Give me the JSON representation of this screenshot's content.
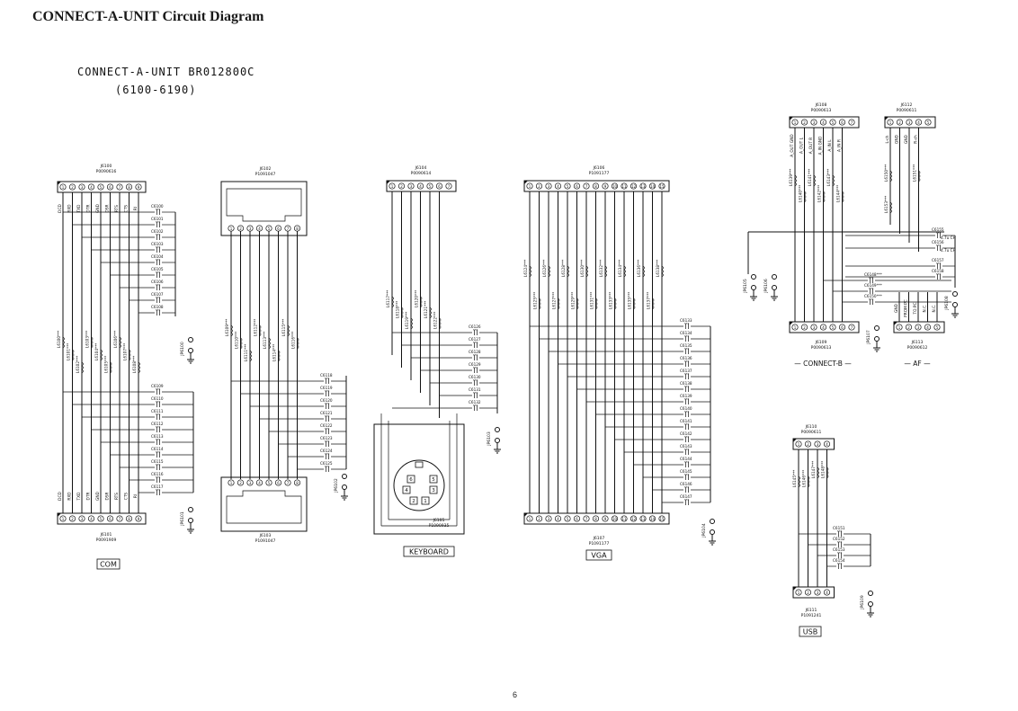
{
  "page_title": "CONNECT-A-UNIT Circuit Diagram",
  "page_number": "6",
  "header": {
    "line1": "CONNECT-A-UNIT  BR012800C",
    "line2": "(6100-6190)"
  },
  "sections": {
    "com": {
      "label": "COM",
      "top_connector": {
        "ref": "J6100",
        "part": "P0090616"
      },
      "bottom_connector": {
        "ref": "J6101",
        "part": "P0091909"
      },
      "pins": [
        "DCD",
        "RXD",
        "TXD",
        "DTR",
        "GND",
        "DSR",
        "RTS",
        "CTS",
        "RI"
      ],
      "inductors": [
        "L6100***",
        "L6101***",
        "L6102***",
        "L6103***",
        "L6104***",
        "L6105***",
        "L6106***",
        "L6107***",
        "L6108***"
      ],
      "caps": [
        "C6100",
        "C6101",
        "C6102",
        "C6103",
        "C6104",
        "C6105",
        "C6106",
        "C6107",
        "C6108",
        "C6109",
        "C6110",
        "C6111",
        "C6112",
        "C6113",
        "C6114",
        "C6115",
        "C6116",
        "C6117"
      ],
      "jumpers": [
        "JP6100",
        "JP6101"
      ]
    },
    "rj": {
      "top_connector": {
        "ref": "J6102",
        "part": "P1091047"
      },
      "bottom_connector": {
        "ref": "J6103",
        "part": "P1091047"
      },
      "inductors": [
        "L6109***",
        "L6110***",
        "L6111***",
        "L6112***",
        "L6113***",
        "L6114***",
        "L6115***",
        "L6116***"
      ],
      "caps": [
        "C6118",
        "C6119",
        "C6120",
        "C6121",
        "C6122",
        "C6123",
        "C6124",
        "C6125"
      ],
      "jumpers": [
        "JP6102"
      ]
    },
    "keyboard": {
      "label": "KEYBOARD",
      "top_connector": {
        "ref": "J6104",
        "part": "P0090614"
      },
      "bottom_connector": {
        "ref": "J6105",
        "part": "P1090935"
      },
      "inductors": [
        "L6117***",
        "L6118***",
        "L6119***",
        "L6120***",
        "L6121***",
        "L6122***"
      ],
      "caps": [
        "C6126",
        "C6127",
        "C6128",
        "C6129",
        "C6130",
        "C6131",
        "C6132"
      ],
      "din_pins": [
        "6",
        "5",
        "4",
        "3",
        "2",
        "1"
      ],
      "jumpers": [
        "JP6103"
      ]
    },
    "vga": {
      "label": "VGA",
      "top_connector": {
        "ref": "J6106",
        "part": "P1091177"
      },
      "bottom_connector": {
        "ref": "J6107",
        "part": "P1091177"
      },
      "inductors": [
        "L6124***",
        "L6125***",
        "L6126***",
        "L6127***",
        "L6128***",
        "L6129***",
        "L6130***",
        "L6131***",
        "L6132***",
        "L6133***",
        "L6134***",
        "L6135***",
        "L6136***",
        "L6137***",
        "L6138***"
      ],
      "caps": [
        "C6133",
        "C6134",
        "C6135",
        "C6136",
        "C6137",
        "C6138",
        "C6139",
        "C6140",
        "C6141",
        "C6142",
        "C6143",
        "C6144",
        "C6145",
        "C6146",
        "C6147"
      ],
      "jumpers": [
        "JP6104"
      ]
    },
    "connect_b": {
      "label": "CONNECT-B",
      "top_connector": {
        "ref": "J6108",
        "part": "P0090613"
      },
      "bottom_connector": {
        "ref": "J6109",
        "part": "P0090613"
      },
      "pins": [
        "A_OUT GND",
        "A_OUT L",
        "A_OUT R",
        "A_IN GND",
        "A_IN L",
        "A_IN R"
      ],
      "inductors": [
        "L6139***",
        "L6140***",
        "L6141***",
        "L6142***",
        "L6143***",
        "L6144***"
      ],
      "caps": [
        "C6148***",
        "C6149***",
        "C6150***"
      ],
      "jumpers": [
        "JP6105",
        "JP6106",
        "JP6107"
      ]
    },
    "af": {
      "label": "AF",
      "top_connector": {
        "ref": "J6112",
        "part": "P0090611"
      },
      "bottom_connector": {
        "ref": "J6113",
        "part": "P0090612"
      },
      "pins_top": [
        "L-ch",
        "GND",
        "GND",
        "R-ch"
      ],
      "pins_bottom": [
        "GND",
        "FROM PC",
        "TO PC",
        "N.C.",
        "N.C."
      ],
      "inductors": [
        "L6150***",
        "L6151***",
        "L6152***",
        "L6153***"
      ],
      "caps": [
        "C6155",
        "C6156",
        "C6157",
        "C6158"
      ],
      "cap_values": [
        "4.7u CH",
        "4.7u CH"
      ],
      "jumpers": [
        "JP6108"
      ]
    },
    "usb": {
      "label": "USB",
      "top_connector": {
        "ref": "J6110",
        "part": "P0090611"
      },
      "bottom_connector": {
        "ref": "J6111",
        "part": "P1091241"
      },
      "inductors": [
        "L6145***",
        "L6146***",
        "L6147***",
        "L6148***"
      ],
      "caps": [
        "C6151",
        "C6152",
        "C6153",
        "C6154"
      ],
      "jumpers": [
        "JP6109"
      ]
    }
  }
}
